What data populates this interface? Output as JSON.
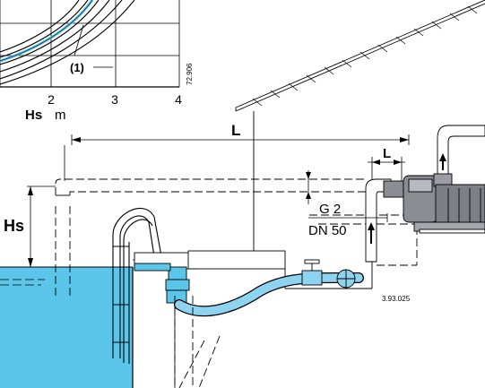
{
  "chart": {
    "x_ticks": [
      "2",
      "3",
      "4"
    ],
    "x_label_var": "Hs",
    "x_label_unit": "m",
    "curve_label": "(1)",
    "code": "72.906"
  },
  "diagram": {
    "L_main": "L",
    "L_small": "L",
    "Hs": "Hs",
    "G": "G 2",
    "DN": "DN 50",
    "code": "3.93.025"
  },
  "colors": {
    "water": "#5bc6ea",
    "pipe_fill": "#8ed3ef",
    "pump": "#8a8d93",
    "line": "#000000"
  }
}
